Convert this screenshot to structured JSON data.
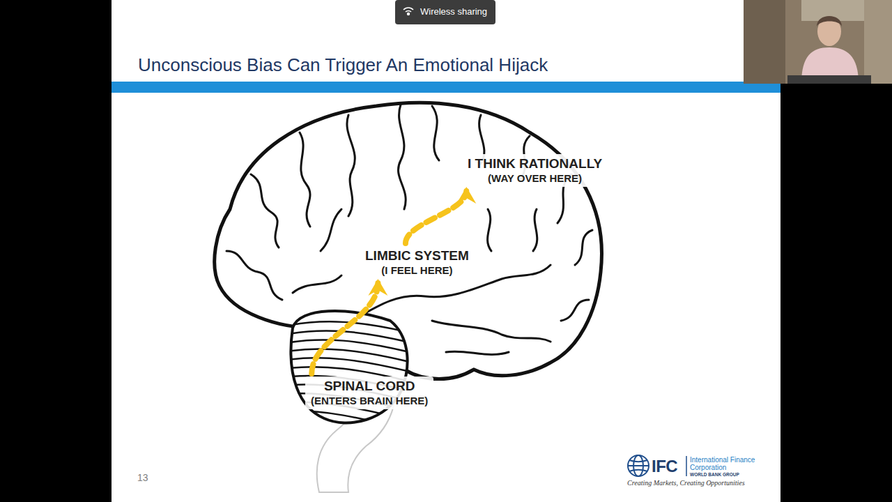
{
  "diagram": {
    "title": "Unconscious Bias Can Trigger An Emotional Hijack",
    "nodes": [
      {
        "text": [
          "I THINK RATIONALLY",
          "(WAY OVER HERE)"
        ]
      },
      {
        "text": [
          "LIMBIC SYSTEM",
          "(I FEEL HERE)"
        ]
      },
      {
        "text": [
          "SPINAL CORD",
          "(ENTERS BRAIN HERE)"
        ]
      }
    ],
    "edges": [
      {
        "from": 2,
        "to": 1,
        "arrow": "to"
      },
      {
        "from": 1,
        "to": 0,
        "arrow": "to"
      }
    ],
    "labels": [
      "Wireless sharing",
      "13",
      "IFC",
      "International Finance Corporation",
      "WORLD BANK GROUP",
      "Creating Markets, Creating Opportunities"
    ]
  }
}
